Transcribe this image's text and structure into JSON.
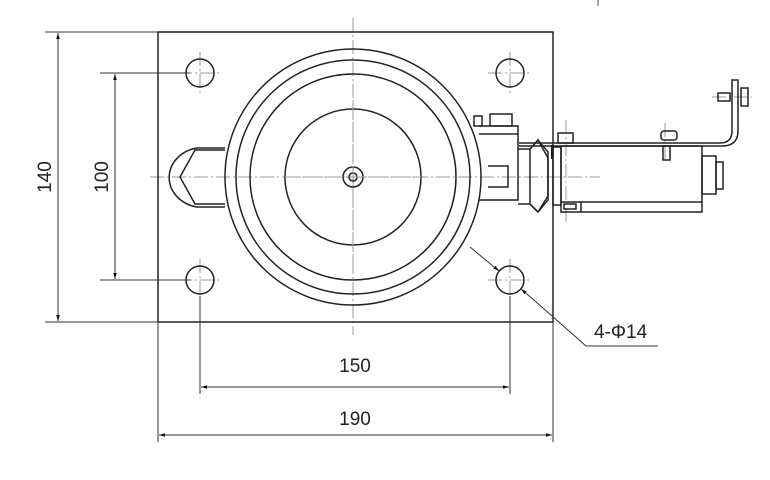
{
  "drawing": {
    "dimensions": {
      "overall_height": "140",
      "hole_spacing_vertical": "100",
      "hole_spacing_horizontal": "150",
      "overall_width": "190",
      "hole_callout": "4-Φ14"
    }
  }
}
